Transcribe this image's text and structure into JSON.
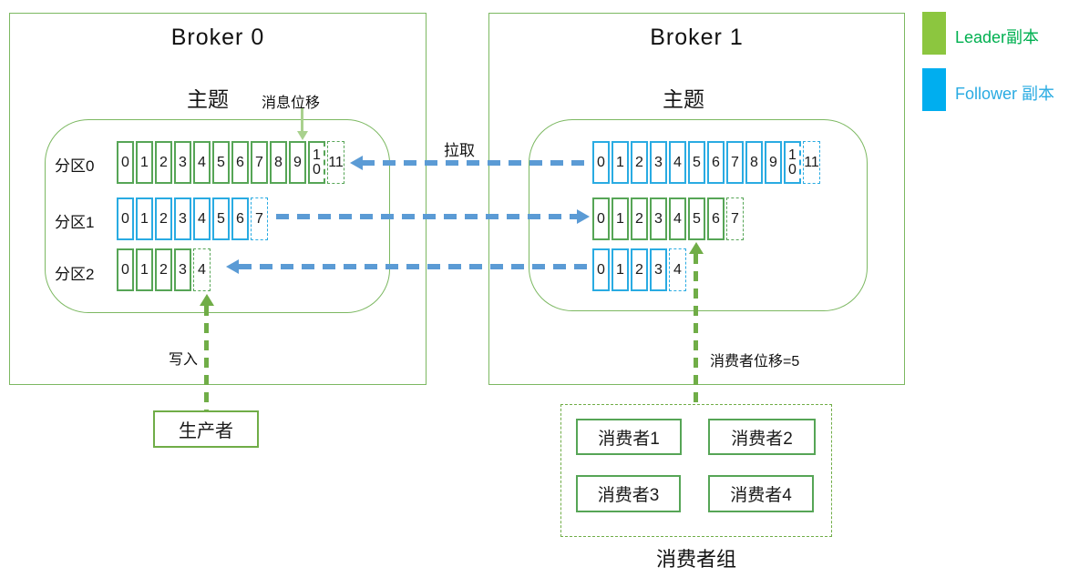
{
  "legend": {
    "items": [
      {
        "role": "leader",
        "label": "Leader副本",
        "swatch_color": "#8CC63F",
        "text_color": "#00B050"
      },
      {
        "role": "follower",
        "label": "Follower 副本",
        "swatch_color": "#00AEEF",
        "text_color": "#29ABE2"
      }
    ]
  },
  "brokers": [
    {
      "title": "Broker 0",
      "topic_label": "主题",
      "partitions": [
        {
          "label": "分区0",
          "replica": "leader",
          "cells": [
            {
              "t": "0",
              "s": "solid"
            },
            {
              "t": "1",
              "s": "solid"
            },
            {
              "t": "2",
              "s": "solid"
            },
            {
              "t": "3",
              "s": "solid"
            },
            {
              "t": "4",
              "s": "solid"
            },
            {
              "t": "5",
              "s": "solid"
            },
            {
              "t": "6",
              "s": "solid"
            },
            {
              "t": "7",
              "s": "solid"
            },
            {
              "t": "8",
              "s": "solid"
            },
            {
              "t": "9",
              "s": "solid"
            },
            {
              "t": "10",
              "s": "solid dashed-r"
            },
            {
              "t": "11",
              "s": "dashed"
            }
          ]
        },
        {
          "label": "分区1",
          "replica": "follower",
          "cells": [
            {
              "t": "0",
              "s": "solid"
            },
            {
              "t": "1",
              "s": "solid"
            },
            {
              "t": "2",
              "s": "solid"
            },
            {
              "t": "3",
              "s": "solid"
            },
            {
              "t": "4",
              "s": "solid"
            },
            {
              "t": "5",
              "s": "solid"
            },
            {
              "t": "6",
              "s": "solid"
            },
            {
              "t": "7",
              "s": "dashed"
            }
          ]
        },
        {
          "label": "分区2",
          "replica": "leader",
          "cells": [
            {
              "t": "0",
              "s": "solid"
            },
            {
              "t": "1",
              "s": "solid"
            },
            {
              "t": "2",
              "s": "solid"
            },
            {
              "t": "3",
              "s": "solid"
            },
            {
              "t": "4",
              "s": "dashed"
            }
          ]
        }
      ]
    },
    {
      "title": "Broker 1",
      "topic_label": "主题",
      "partitions": [
        {
          "replica": "follower",
          "cells": [
            {
              "t": "0",
              "s": "solid"
            },
            {
              "t": "1",
              "s": "solid"
            },
            {
              "t": "2",
              "s": "solid"
            },
            {
              "t": "3",
              "s": "solid"
            },
            {
              "t": "4",
              "s": "solid"
            },
            {
              "t": "5",
              "s": "solid"
            },
            {
              "t": "6",
              "s": "solid"
            },
            {
              "t": "7",
              "s": "solid"
            },
            {
              "t": "8",
              "s": "solid"
            },
            {
              "t": "9",
              "s": "solid"
            },
            {
              "t": "10",
              "s": "solid dashed-r"
            },
            {
              "t": "11",
              "s": "dashed"
            }
          ]
        },
        {
          "replica": "leader",
          "cells": [
            {
              "t": "0",
              "s": "solid"
            },
            {
              "t": "1",
              "s": "solid"
            },
            {
              "t": "2",
              "s": "solid"
            },
            {
              "t": "3",
              "s": "solid"
            },
            {
              "t": "4",
              "s": "solid"
            },
            {
              "t": "5",
              "s": "solid"
            },
            {
              "t": "6",
              "s": "solid"
            },
            {
              "t": "7",
              "s": "dashed"
            }
          ]
        },
        {
          "replica": "follower",
          "cells": [
            {
              "t": "0",
              "s": "solid"
            },
            {
              "t": "1",
              "s": "solid"
            },
            {
              "t": "2",
              "s": "solid"
            },
            {
              "t": "3",
              "s": "solid"
            },
            {
              "t": "4",
              "s": "dashed"
            }
          ]
        }
      ]
    }
  ],
  "annotations": {
    "message_offset": "消息位移",
    "pull": "拉取",
    "write": "写入",
    "consumer_offset": "消费者位移=5"
  },
  "producer": {
    "label": "生产者"
  },
  "consumer_group": {
    "label": "消费者组",
    "consumers": [
      "消费者1",
      "消费者2",
      "消费者3",
      "消费者4"
    ]
  },
  "colors": {
    "leader_cell_border": "#56A556",
    "follower_cell_border": "#29ABE2",
    "outline_green": "#7CB861",
    "pull_arrow_blue": "#5B9BD5",
    "write_arrow_green": "#70AD47",
    "message_offset_arrow": "#A9D18E"
  }
}
